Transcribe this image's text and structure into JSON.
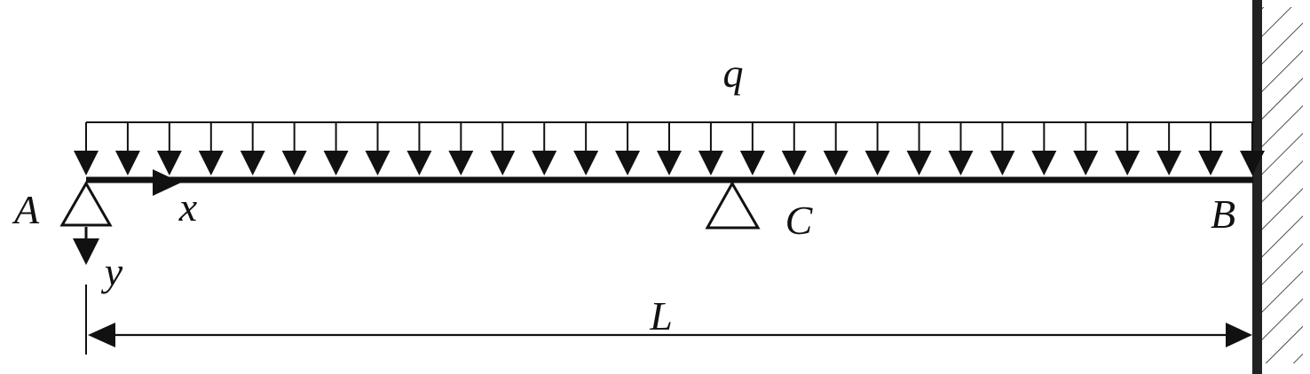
{
  "labels": {
    "load": "q",
    "support_a": "A",
    "support_c": "C",
    "support_b": "B",
    "x_axis": "x",
    "y_axis": "y",
    "length": "L"
  },
  "load": {
    "arrow_count": 29
  }
}
